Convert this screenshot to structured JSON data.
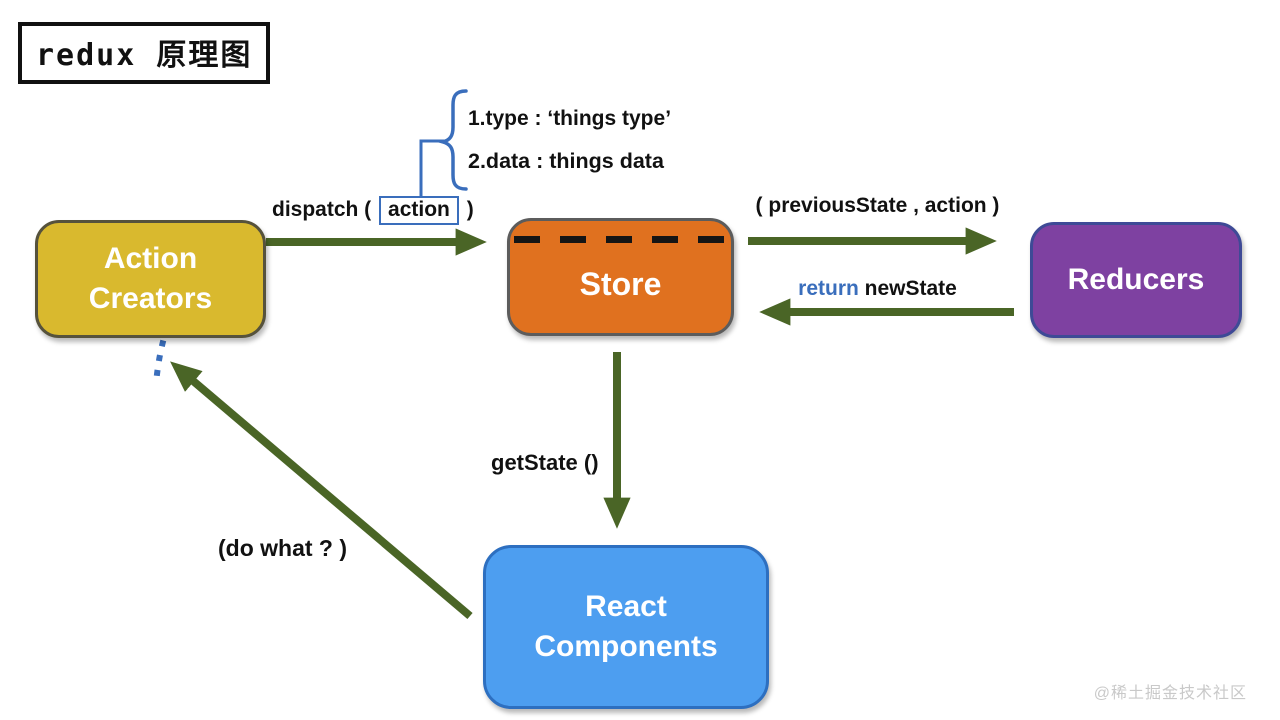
{
  "title": "redux 原理图",
  "watermark": "@稀土掘金技术社区",
  "action_annotation": {
    "line1": "1.type : ‘things type’",
    "line2": "2.data :  things data"
  },
  "labels": {
    "dispatch_prefix": "dispatch (",
    "action_boxed": "action",
    "dispatch_suffix": ")",
    "previous_state_action": "( previousState , action )",
    "return_keyword": "return",
    "new_state": " newState",
    "get_state": "getState ()",
    "do_what": "(do what ? )"
  },
  "nodes": {
    "action_creators": {
      "line1": "Action",
      "line2": "Creators",
      "color": "#d9b92e",
      "border": "#56523c"
    },
    "store": {
      "label": "Store",
      "color": "#e0711f",
      "border": "#5c5c5c"
    },
    "reducers": {
      "label": "Reducers",
      "color": "#7e41a1",
      "border": "#3e4a96"
    },
    "react_components": {
      "line1": "React",
      "line2": "Components",
      "color": "#4d9ef0",
      "border": "#2d6fc0"
    }
  },
  "colors": {
    "arrow_green": "#4a6526",
    "accent_blue": "#3a6ebc",
    "dash_black": "#151515"
  }
}
